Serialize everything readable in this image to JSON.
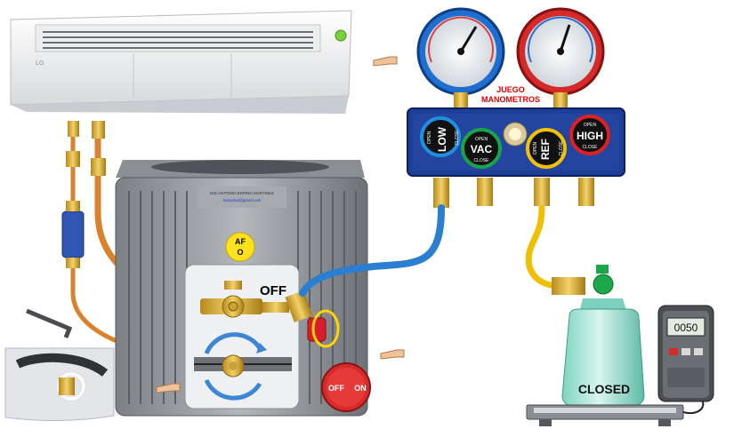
{
  "indoor_unit": {
    "brand": "LG"
  },
  "condenser": {
    "nameplate_line1": "ING ANTONIO ESPINO MARTINEZ",
    "nameplate_line2": "hvacplus@gmail.com",
    "badge_line1": "AF",
    "badge_line2": "O",
    "valve_state": "OFF"
  },
  "gauge_set": {
    "title_line1": "JUEGO",
    "title_line2": "MANOMETROS",
    "valves": [
      {
        "name": "LOW",
        "open": "OPEN",
        "close": "CLOSE",
        "color": "#1f8fe0"
      },
      {
        "name": "VAC",
        "open": "OPEN",
        "close": "CLOSE",
        "color": "#19a34a"
      },
      {
        "name": "REF",
        "open": "OPEN",
        "close": "CLOSE",
        "color": "#f2c200"
      },
      {
        "name": "HIGH",
        "open": "OPEN",
        "close": "CLOSE",
        "color": "#e02020"
      }
    ]
  },
  "switch": {
    "off_label": "OFF",
    "on_label": "ON"
  },
  "cylinder": {
    "label": "CLOSED"
  },
  "scale": {
    "reading": "0050"
  },
  "colors": {
    "hose_blue": "#2b7fd0",
    "hose_yellow": "#f0c000",
    "pipe_copper": "#d9822b",
    "manifold": "#1c3f9a"
  }
}
